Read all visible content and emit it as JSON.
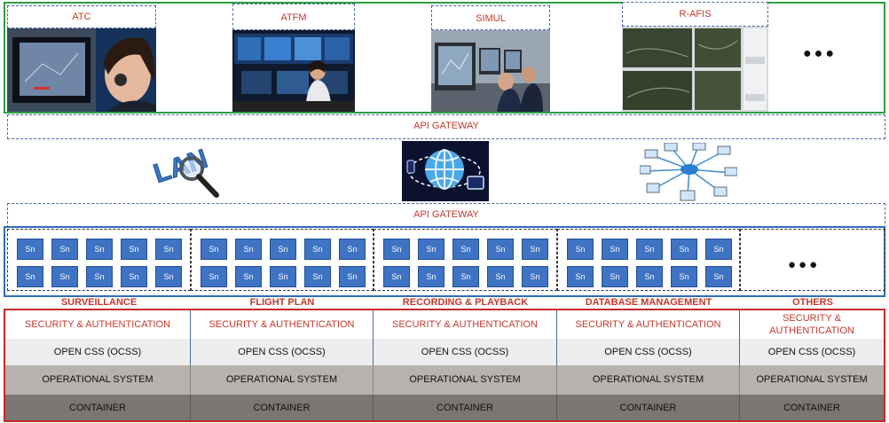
{
  "apps": {
    "atc": "ATC",
    "atfm": "ATFM",
    "simul": "SIMUL",
    "rafis": "R-AFIS",
    "more": "●●●"
  },
  "gateway_top": "API GATEWAY",
  "gateway_bottom": "API GATEWAY",
  "service_label": "Sn",
  "more_services": "●●●",
  "columns": [
    {
      "title": "SURVEILLANCE",
      "security": "SECURITY & AUTHENTICATION",
      "ocss": "OPEN CSS (OCSS)",
      "os": "OPERATIONAL SYSTEM",
      "container": "CONTAINER"
    },
    {
      "title": "FLIGHT PLAN",
      "security": "SECURITY & AUTHENTICATION",
      "ocss": "OPEN CSS (OCSS)",
      "os": "OPERATIONAL SYSTEM",
      "container": "CONTAINER"
    },
    {
      "title": "RECORDING & PLAYBACK",
      "security": "SECURITY & AUTHENTICATION",
      "ocss": "OPEN CSS (OCSS)",
      "os": "OPERATIONAL SYSTEM",
      "container": "CONTAINER"
    },
    {
      "title": "DATABASE MANAGEMENT",
      "security": "SECURITY & AUTHENTICATION",
      "ocss": "OPEN CSS (OCSS)",
      "os": "OPERATIONAL SYSTEM",
      "container": "CONTAINER"
    },
    {
      "title": "OTHERS",
      "security_line1": "SECURITY &",
      "security_line2": "AUTHENTICATION",
      "ocss": "OPEN CSS (OCSS)",
      "os": "OPERATIONAL SYSTEM",
      "container": "CONTAINER"
    }
  ],
  "colors": {
    "apps_border": "#2e9e3f",
    "services_border": "#2f6db5",
    "platform_border": "#c62828",
    "label_red": "#c0392b",
    "service_blue": "#3f73c4"
  }
}
